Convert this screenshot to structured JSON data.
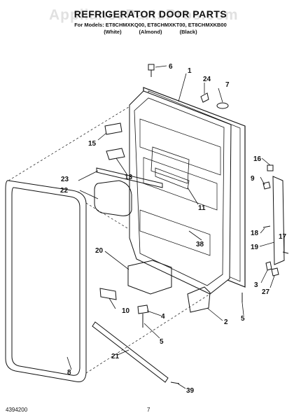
{
  "watermark": "AppliancePartsPros.com",
  "title": "REFRIGERATOR DOOR PARTS",
  "models": "For Models: ET8CHMXKQ00, ET8CHMXKT00, ET8CHMXKB00",
  "colors": [
    "(White)",
    "(Almond)",
    "(Black)"
  ],
  "callouts": {
    "c1": "1",
    "c2": "2",
    "c3": "3",
    "c4": "4",
    "c5a": "5",
    "c5b": "5",
    "c6": "6",
    "c7": "7",
    "c8": "8",
    "c9": "9",
    "c10": "10",
    "c11": "11",
    "c13": "13",
    "c15": "15",
    "c16": "16",
    "c17": "17",
    "c18": "18",
    "c19": "19",
    "c20": "20",
    "c21": "21",
    "c22": "22",
    "c23": "23",
    "c24": "24",
    "c27": "27",
    "c38": "38",
    "c39": "39"
  },
  "footer": {
    "doc_number": "4394200",
    "page_number": "7"
  }
}
